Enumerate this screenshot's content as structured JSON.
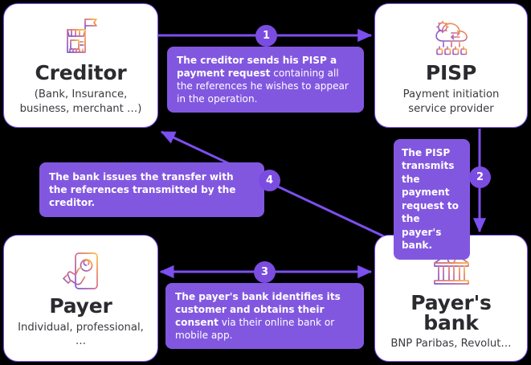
{
  "diagram": {
    "title": "PISP payment initiation flow",
    "background": "#000000",
    "colors": {
      "accent": "#7c4ff0",
      "label_box": "#8257e0",
      "badge": "#7a4de0",
      "card_background": "#ffffff",
      "card_title": "#2b2b2f"
    }
  },
  "actors": {
    "creditor": {
      "icon": "storefront-icon",
      "title": "Creditor",
      "subtitle": "(Bank, Insurance, business, merchant …)"
    },
    "pisp": {
      "icon": "cloud-gear-exchange-icon",
      "title": "PISP",
      "subtitle": "Payment initiation service provider"
    },
    "payer": {
      "icon": "hand-tapping-smartphone-icon",
      "title": "Payer",
      "subtitle": "Individual, professional, …"
    },
    "payers_bank": {
      "icon": "bank-building-icon",
      "title": "Payer's bank",
      "subtitle": "BNP Paribas, Revolut…"
    }
  },
  "steps": [
    {
      "number": "1",
      "from": "creditor",
      "to": "pisp",
      "arrow": "right",
      "text_bold": "The creditor sends his PISP a payment request",
      "text_rest": " containing all the references he wishes to appear in the operation."
    },
    {
      "number": "2",
      "from": "pisp",
      "to": "payers_bank",
      "arrow": "down",
      "text_bold": "The PISP transmits the payment request to the payer's bank.",
      "text_rest": ""
    },
    {
      "number": "3",
      "from": "payer",
      "to": "payers_bank",
      "arrow": "bidirectional",
      "text_bold": "The payer's bank identifies its customer and obtains their consent",
      "text_rest": " via their online bank or mobile app."
    },
    {
      "number": "4",
      "from": "payers_bank",
      "to": "creditor",
      "arrow": "diagonal-up-left",
      "text_bold": "The bank issues the transfer with the references transmitted by the creditor.",
      "text_rest": ""
    }
  ]
}
